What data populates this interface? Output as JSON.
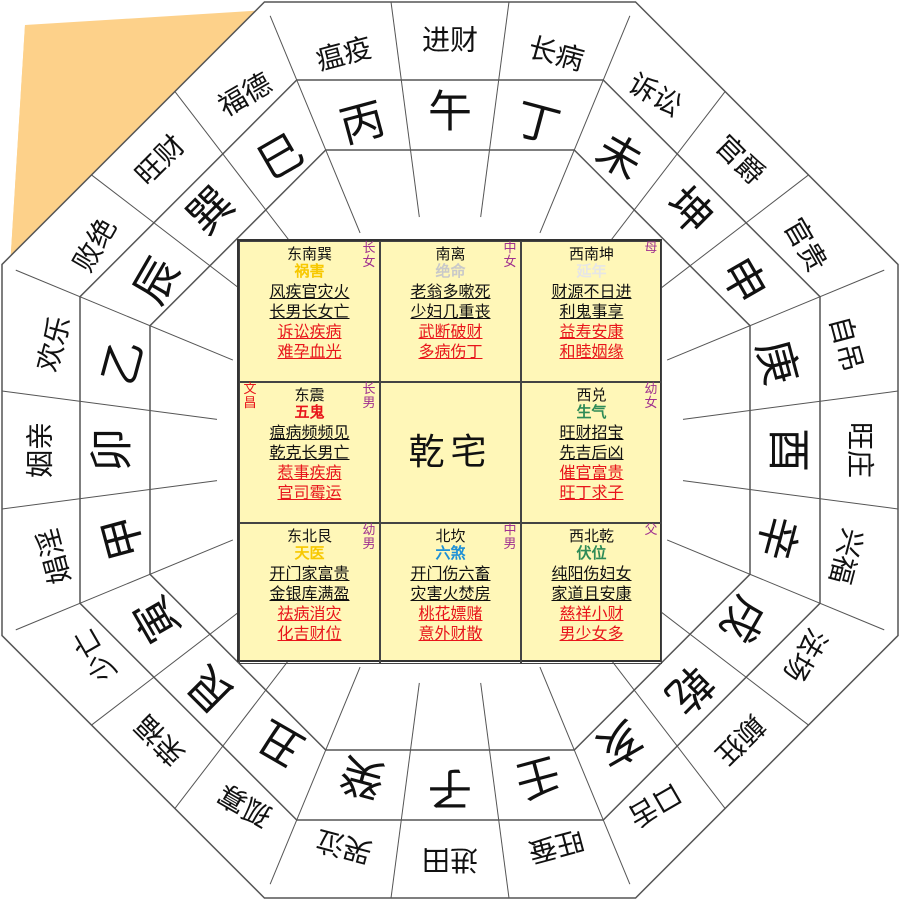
{
  "outer_ring": [
    "瘟疫",
    "进财",
    "长病",
    "诉讼",
    "官爵",
    "官贵",
    "自吊",
    "旺庄",
    "兴福",
    "法场",
    "颠狂",
    "口舌",
    "旺蚕",
    "进田",
    "哭泣",
    "孤寡",
    "荣福",
    "少亡",
    "娼淫",
    "姻亲",
    "欢乐",
    "败绝",
    "旺财",
    "福德"
  ],
  "mountains": [
    "丙",
    "午",
    "丁",
    "未",
    "坤",
    "申",
    "庚",
    "酉",
    "辛",
    "戌",
    "乾",
    "亥",
    "壬",
    "子",
    "癸",
    "丑",
    "艮",
    "寅",
    "甲",
    "卯",
    "乙",
    "辰",
    "巽",
    "巳"
  ],
  "center": "乾宅",
  "palaces": [
    {
      "title": "东南巽",
      "star": "祸害",
      "star_color": "#f7c800",
      "tag_right": "长女",
      "tag_left": "",
      "lines": [
        "风疾官灾火",
        "长男长女亡"
      ],
      "red_lines": [
        "诉讼疾病",
        "难孕血光"
      ]
    },
    {
      "title": "南离",
      "star": "绝命",
      "star_color": "#c9c9c9",
      "tag_right": "中女",
      "tag_left": "",
      "lines": [
        "老翁多嗽死",
        "少妇几重丧"
      ],
      "red_lines": [
        "武断破财",
        "多病伤丁"
      ]
    },
    {
      "title": "西南坤",
      "star": "延年",
      "star_color": "#e6e6e6",
      "tag_right": "母",
      "tag_left": "",
      "lines": [
        "财源不日进",
        "利鬼事享"
      ],
      "red_lines": [
        "益寿安康",
        "和睦姻缘"
      ]
    },
    {
      "title": "东震",
      "star": "五鬼",
      "star_color": "#e8151b",
      "tag_right": "长男",
      "tag_left": "文昌",
      "lines": [
        "瘟病频频见",
        "乾克长男亡"
      ],
      "red_lines": [
        "惹事疾病",
        "官司霉运"
      ]
    },
    {
      "title": "",
      "star": "",
      "star_color": "",
      "tag_right": "",
      "tag_left": "",
      "lines": [],
      "red_lines": []
    },
    {
      "title": "西兑",
      "star": "生气",
      "star_color": "#2e8b57",
      "tag_right": "幼女",
      "tag_left": "",
      "lines": [
        "旺财招宝",
        "先吉后凶"
      ],
      "red_lines": [
        "催官富贵",
        "旺丁求子"
      ]
    },
    {
      "title": "东北艮",
      "star": "天医",
      "star_color": "#f7c800",
      "tag_right": "幼男",
      "tag_left": "",
      "lines": [
        "开门家富贵",
        "金银库满盈"
      ],
      "red_lines": [
        "祛病消灾",
        "化吉财位"
      ]
    },
    {
      "title": "北坎",
      "star": "六煞",
      "star_color": "#1e90d6",
      "tag_right": "中男",
      "tag_left": "",
      "lines": [
        "开门伤六畜",
        "灾害火焚房"
      ],
      "red_lines": [
        "桃花嫖赌",
        "意外财散"
      ]
    },
    {
      "title": "西北乾",
      "star": "伏位",
      "star_color": "#2e8b57",
      "tag_right": "父",
      "tag_left": "",
      "lines": [
        "纯阳伤妇女",
        "家道且安康"
      ],
      "red_lines": [
        "慈祥小财",
        "男少女多"
      ]
    }
  ],
  "colors": {
    "corner_fill": "#fdd18a",
    "center_fill": "#fff7b8",
    "line": "#555555"
  }
}
